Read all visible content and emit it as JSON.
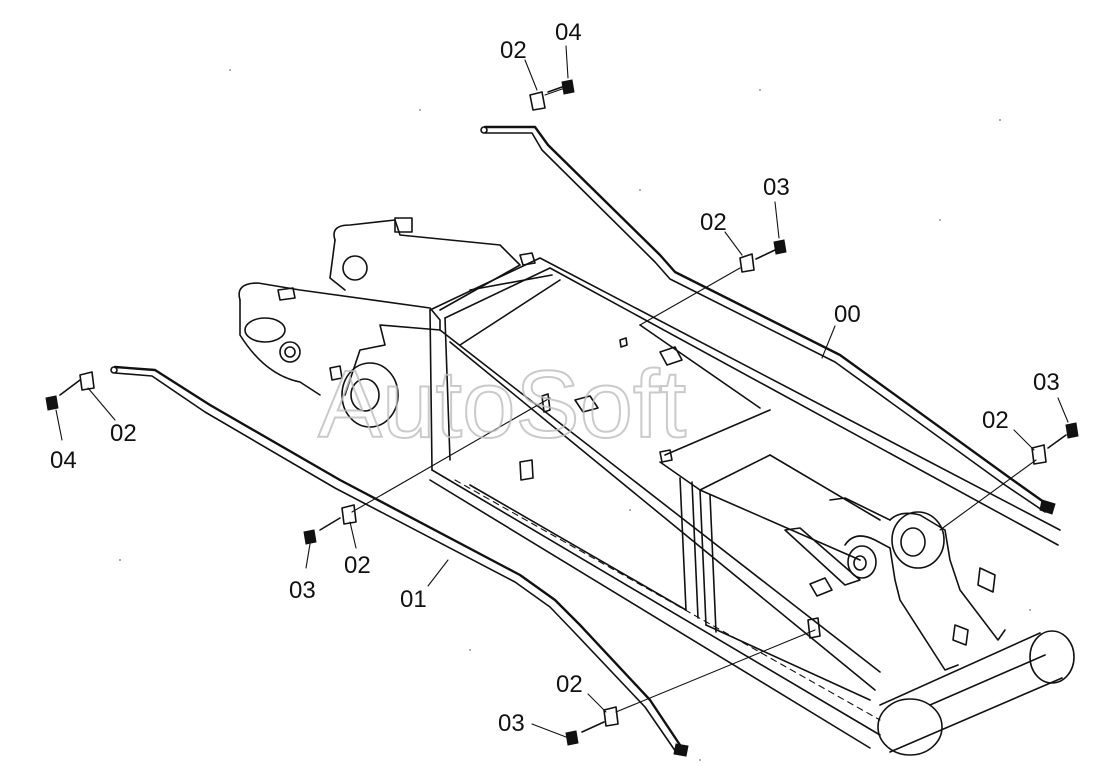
{
  "watermark": "AutoSoft",
  "callouts": {
    "c02_top": "02",
    "c04_top": "04",
    "c02_upper_mid": "02",
    "c03_upper_mid": "03",
    "c00": "00",
    "c03_right": "03",
    "c02_right": "02",
    "c04_left": "04",
    "c02_left": "02",
    "c03_low_left": "03",
    "c02_low_left": "02",
    "c01": "01",
    "c02_bottom": "02",
    "c03_bottom": "03"
  }
}
